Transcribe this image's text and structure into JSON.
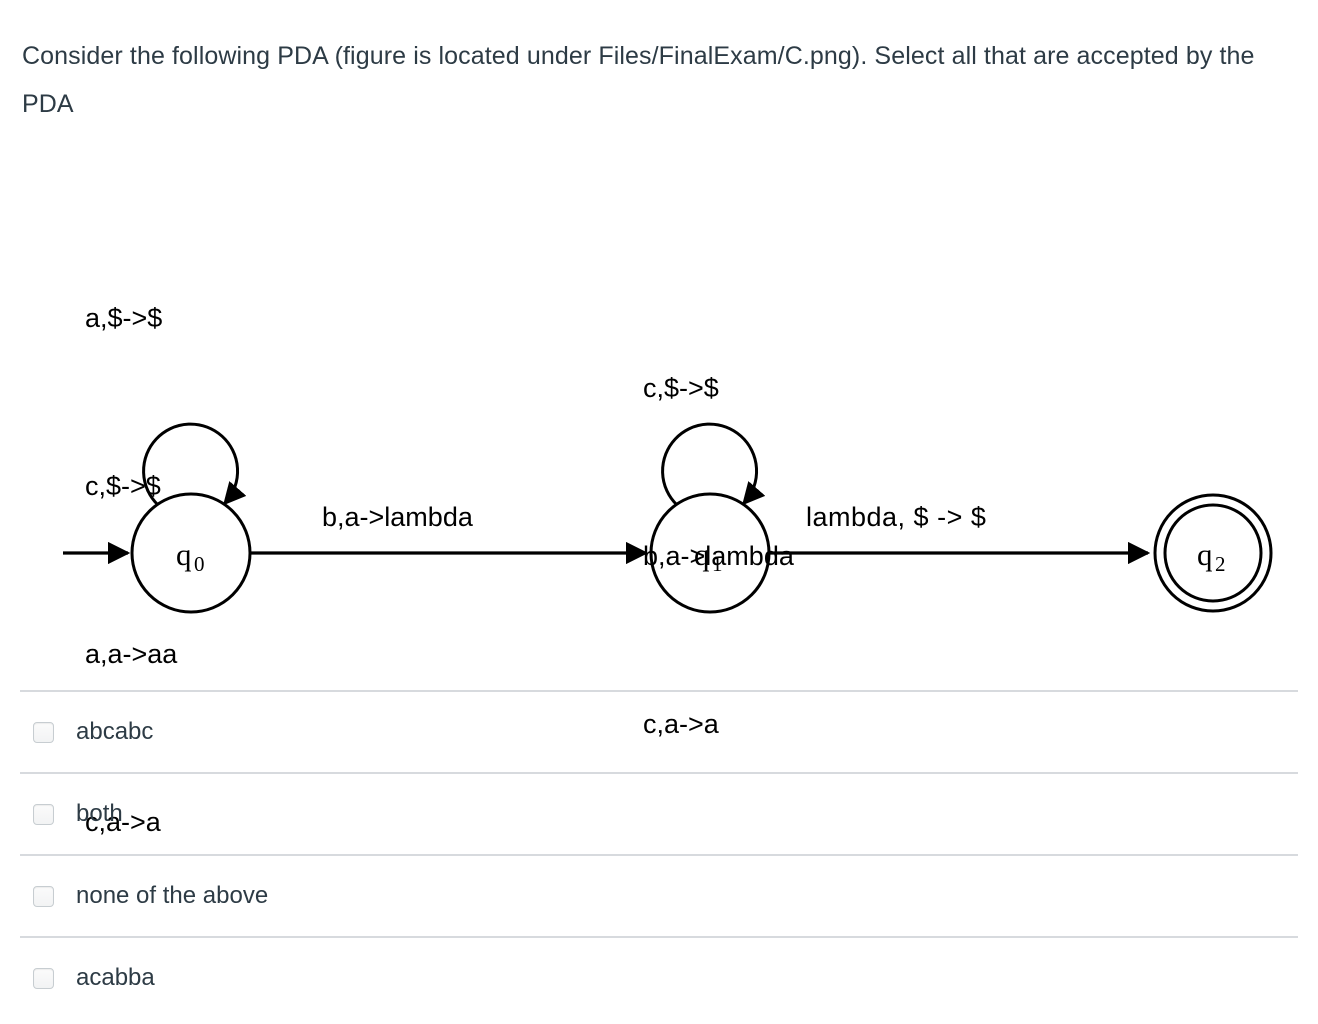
{
  "question": {
    "text": "Consider the following PDA (figure is located under Files/FinalExam/C.png). Select all that are accepted by the PDA"
  },
  "figure": {
    "type": "pda-state-diagram",
    "states": [
      {
        "id": "q0",
        "label": "q",
        "subscript": "0",
        "accepting": false,
        "start": true
      },
      {
        "id": "q1",
        "label": "q",
        "subscript": "1",
        "accepting": false,
        "start": false
      },
      {
        "id": "q2",
        "label": "q",
        "subscript": "2",
        "accepting": true,
        "start": false
      }
    ],
    "self_loops": [
      {
        "state": "q0",
        "labels": [
          "a,$->$",
          "c,$->$",
          "a,a->aa",
          "c,a->a"
        ]
      },
      {
        "state": "q1",
        "labels": [
          "c,$->$",
          "b,a->lambda",
          "c,a->a"
        ]
      }
    ],
    "transitions": [
      {
        "from": "q0",
        "to": "q1",
        "label": "b,a->lambda"
      },
      {
        "from": "q1",
        "to": "q2",
        "label": "lambda, $ -> $"
      }
    ],
    "colors": {
      "stroke": "#000000",
      "text": "#000000"
    }
  },
  "options": [
    {
      "label": "abcabc",
      "checked": false
    },
    {
      "label": "both",
      "checked": false
    },
    {
      "label": "none of the above",
      "checked": false
    },
    {
      "label": "acabba",
      "checked": false
    }
  ],
  "colors": {
    "page_background": "#ffffff",
    "body_text": "#2d3b45",
    "divider": "#d7dade",
    "checkbox_border": "#c7cdd1"
  }
}
